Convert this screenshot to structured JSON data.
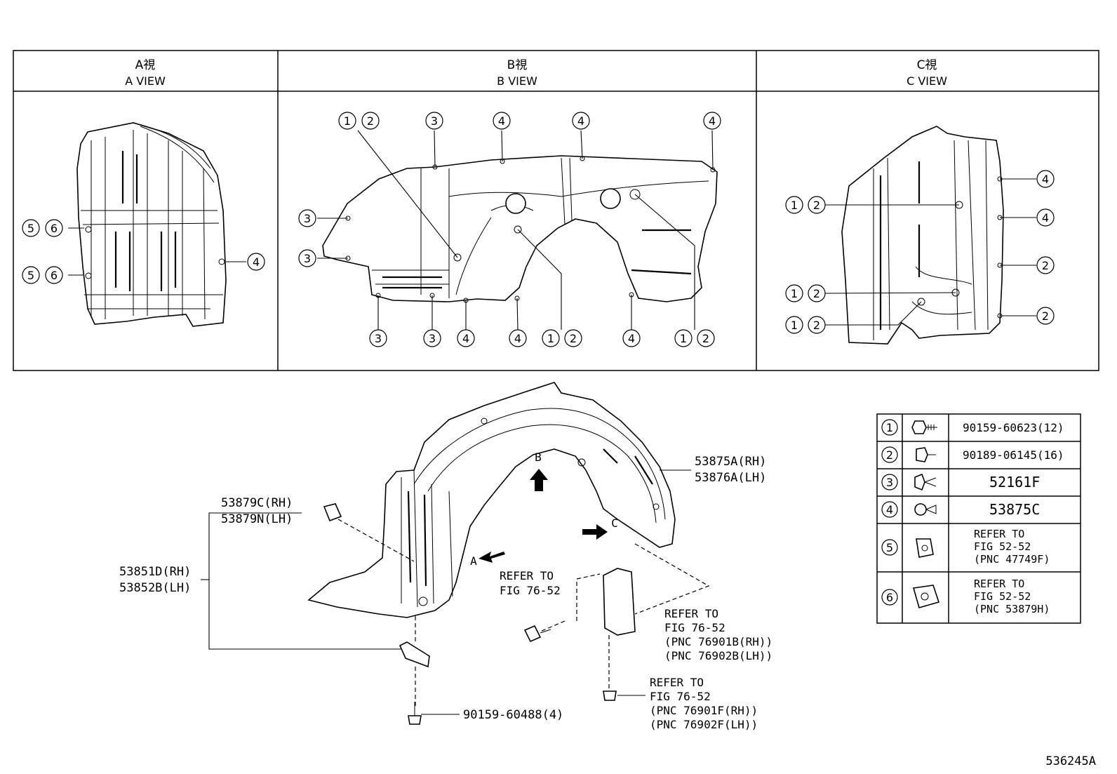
{
  "views": [
    {
      "jp": "A視",
      "en": "A VIEW"
    },
    {
      "jp": "B視",
      "en": "B VIEW"
    },
    {
      "jp": "C視",
      "en": "C VIEW"
    }
  ],
  "callout_numbers": {
    "n1": "1",
    "n2": "2",
    "n3": "3",
    "n4": "4",
    "n5": "5",
    "n6": "6"
  },
  "arrows": {
    "a": "A",
    "b": "B",
    "c": "C"
  },
  "parts": {
    "fender_liner": [
      "53875A(RH)",
      "53876A(LH)"
    ],
    "seal": [
      "53879C(RH)",
      "53879N(LH)"
    ],
    "splash_shield": [
      "53851D(RH)",
      "53852B(LH)"
    ],
    "screw": "90159-60488(4)"
  },
  "refs": {
    "ref1": [
      "REFER TO",
      "FIG 76-52"
    ],
    "ref2": [
      "REFER TO",
      "FIG 76-52",
      "(PNC 76901B(RH))",
      "(PNC 76902B(LH))"
    ],
    "ref3": [
      "REFER TO",
      "FIG 76-52",
      "(PNC 76901F(RH))",
      "(PNC 76902F(LH))"
    ]
  },
  "legend": [
    {
      "num": "1",
      "icon": "bolt-icon",
      "text": [
        "90159-60623(12)"
      ]
    },
    {
      "num": "2",
      "icon": "screw-grommet-icon",
      "text": [
        "90189-06145(16)"
      ]
    },
    {
      "num": "3",
      "icon": "clip-icon",
      "text": [
        "52161F"
      ]
    },
    {
      "num": "4",
      "icon": "push-clip-icon",
      "text": [
        "53875C"
      ]
    },
    {
      "num": "5",
      "icon": "nut-clip-icon",
      "text": [
        "REFER TO",
        "FIG 52-52",
        "(PNC 47749F)"
      ]
    },
    {
      "num": "6",
      "icon": "retainer-icon",
      "text": [
        "REFER TO",
        "FIG 52-52",
        "(PNC 53879H)"
      ]
    }
  ],
  "figure_id": "536245A"
}
